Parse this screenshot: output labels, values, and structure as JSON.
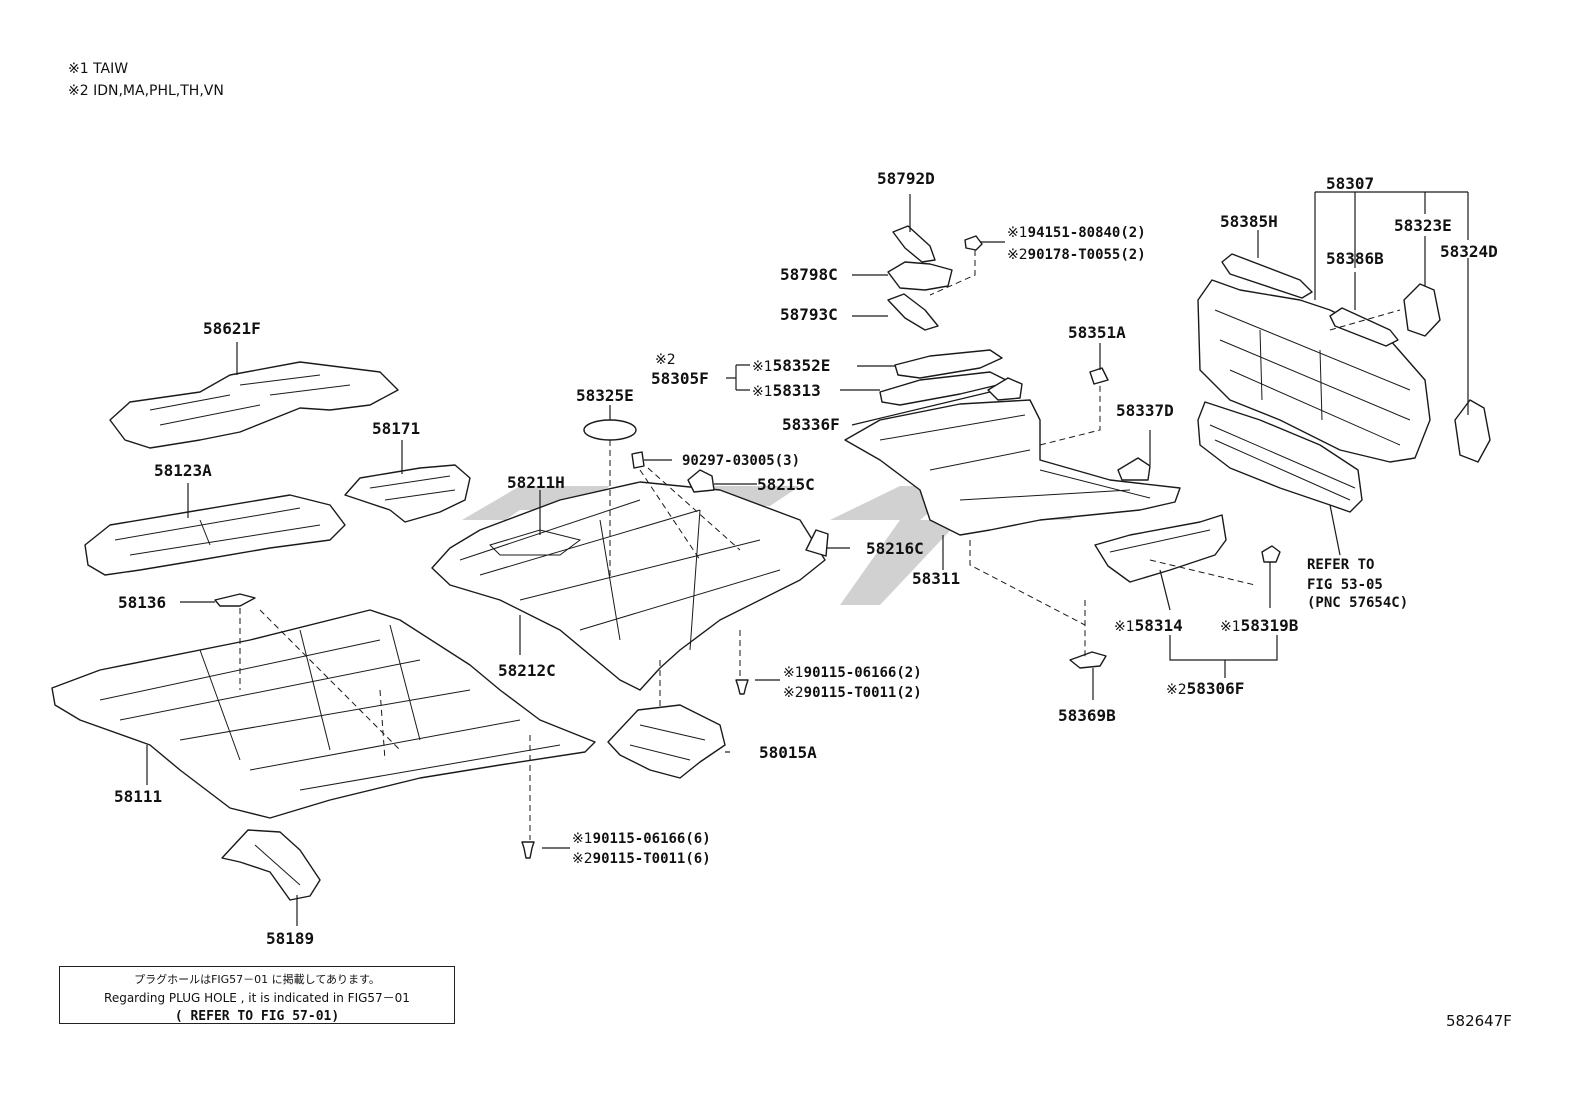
{
  "notes": [
    {
      "mark": "※1",
      "text": "TAIW"
    },
    {
      "mark": "※2",
      "text": "IDN,MA,PHL,TH,VN"
    }
  ],
  "labels": {
    "p58792D": "58792D",
    "p58798C": "58798C",
    "p58793C": "58793C",
    "p94151": "94151-80840(2)",
    "p90178": "90178-T0055(2)",
    "p58621F": "58621F",
    "p58171": "58171",
    "p58123A": "58123A",
    "p58136": "58136",
    "p58111": "58111",
    "p58189": "58189",
    "p58325E": "58325E",
    "p90297": "90297-03005(3)",
    "p58211H": "58211H",
    "p58215C": "58215C",
    "p58216C": "58216C",
    "p58212C": "58212C",
    "p90115a": "90115-06166(2)",
    "p90115b": "90115-T0011(2)",
    "p58015A": "58015A",
    "p90115c": "90115-06166(6)",
    "p90115d": "90115-T0011(6)",
    "p58305F": "58305F",
    "p58352E": "58352E",
    "p58313": "58313",
    "p58336F": "58336F",
    "p58351A": "58351A",
    "p58337D": "58337D",
    "p58311": "58311",
    "p58314": "58314",
    "p58319B": "58319B",
    "p58306F": "58306F",
    "p58369B": "58369B",
    "p58307": "58307",
    "p58385H": "58385H",
    "p58386B": "58386B",
    "p58323E": "58323E",
    "p58324D": "58324D"
  },
  "marks": {
    "m1": "※1",
    "m2": "※2"
  },
  "refer": {
    "line1": "REFER TO",
    "line2": "FIG 53-05",
    "line3": "(PNC 57654C)"
  },
  "legend": {
    "line1": "プラグホールはFIG57－01 に掲載してあります。",
    "line2": "Regarding PLUG HOLE , it is indicated in FIG57－01",
    "line3": "( REFER TO FIG 57-01)"
  },
  "figure_code": "582647F"
}
